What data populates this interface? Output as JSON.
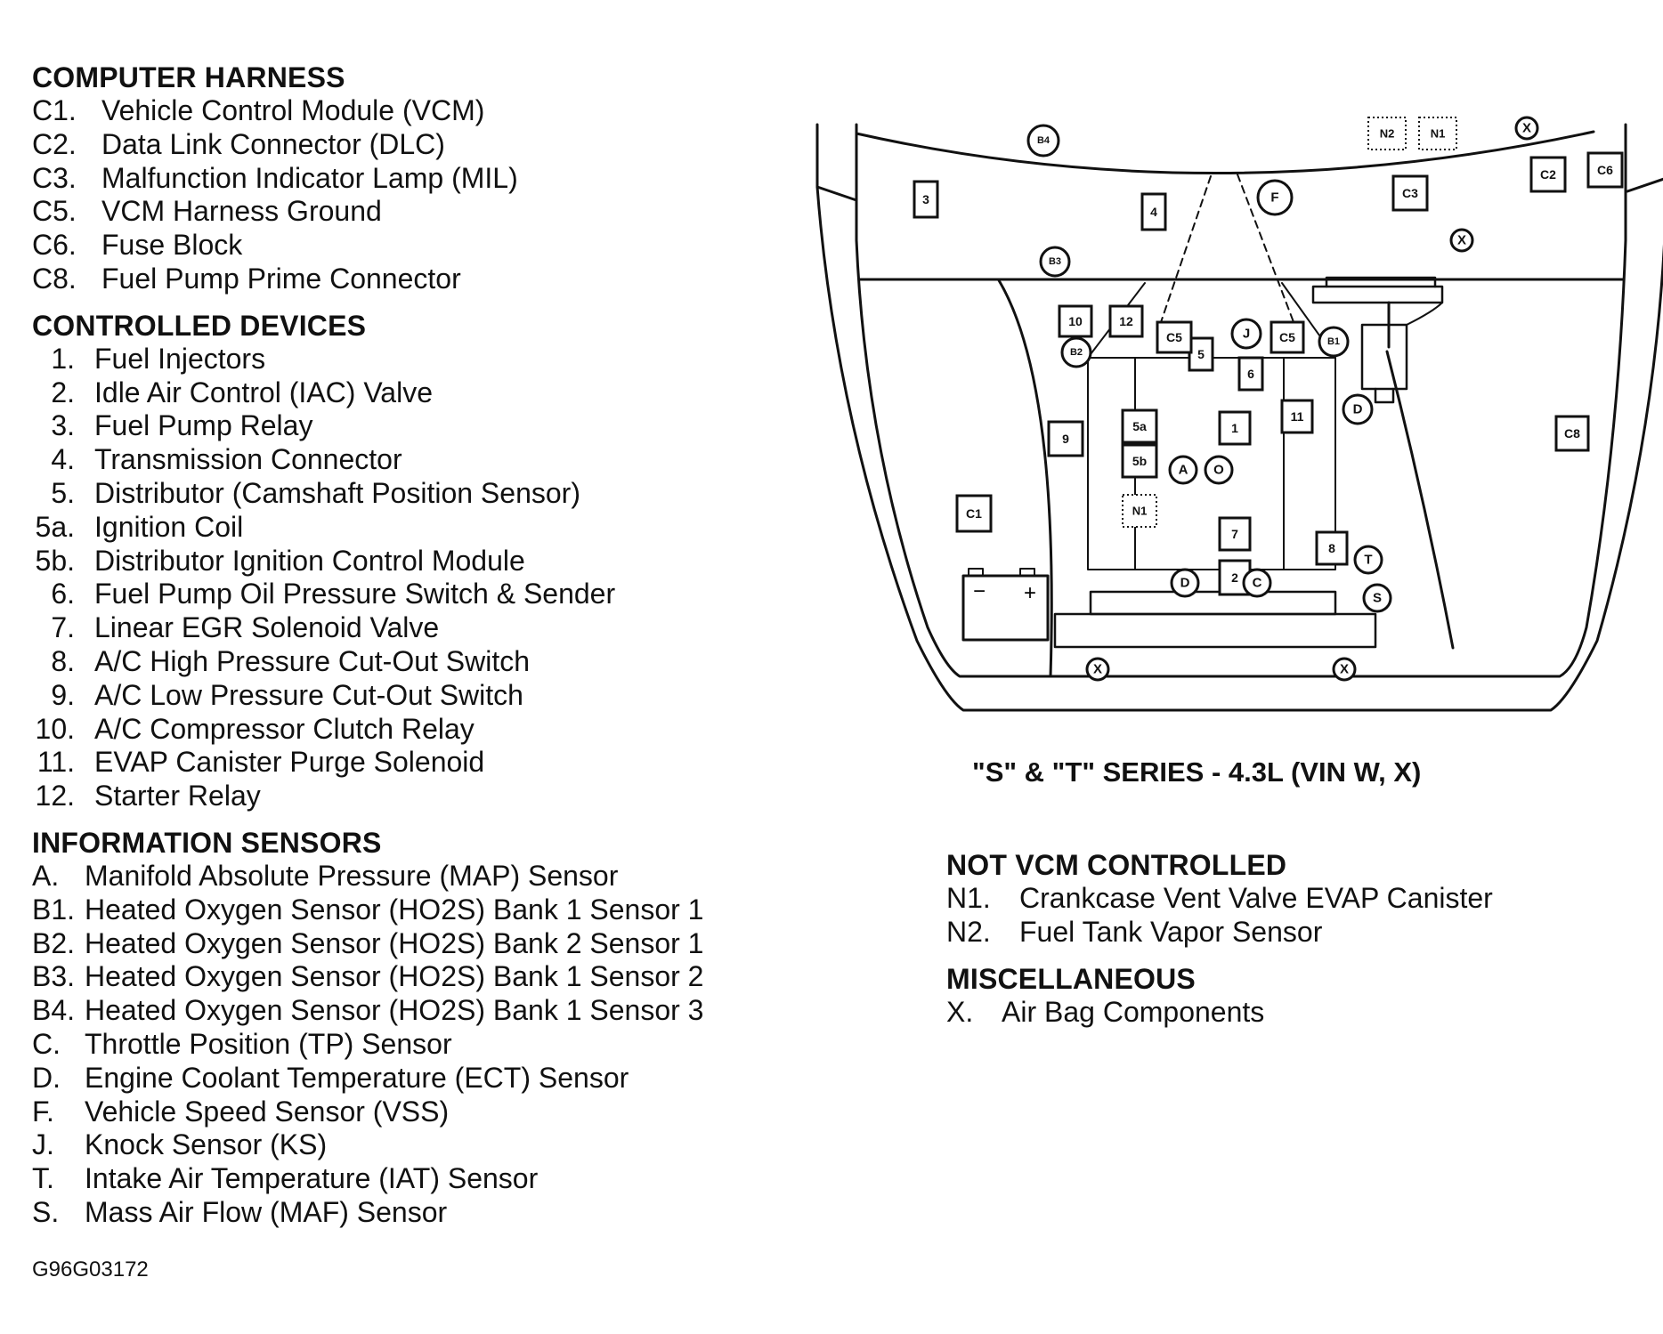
{
  "sections": {
    "computer_harness": {
      "heading": "COMPUTER HARNESS",
      "items": [
        {
          "code": "C1.",
          "desc": "Vehicle Control Module (VCM)"
        },
        {
          "code": "C2.",
          "desc": "Data Link Connector (DLC)"
        },
        {
          "code": "C3.",
          "desc": "Malfunction Indicator Lamp (MIL)"
        },
        {
          "code": "C5.",
          "desc": "VCM Harness Ground"
        },
        {
          "code": "C6.",
          "desc": "Fuse Block"
        },
        {
          "code": "C8.",
          "desc": "Fuel Pump Prime Connector"
        }
      ]
    },
    "controlled_devices": {
      "heading": "CONTROLLED DEVICES",
      "items": [
        {
          "code": "1.",
          "desc": "Fuel Injectors"
        },
        {
          "code": "2.",
          "desc": "Idle Air Control (IAC) Valve"
        },
        {
          "code": "3.",
          "desc": "Fuel Pump Relay"
        },
        {
          "code": "4.",
          "desc": "Transmission Connector"
        },
        {
          "code": "5.",
          "desc": "Distributor (Camshaft Position Sensor)"
        },
        {
          "code": "5a.",
          "desc": "Ignition Coil"
        },
        {
          "code": "5b.",
          "desc": "Distributor Ignition Control Module"
        },
        {
          "code": "6.",
          "desc": "Fuel Pump Oil Pressure Switch & Sender"
        },
        {
          "code": "7.",
          "desc": "Linear EGR Solenoid Valve"
        },
        {
          "code": "8.",
          "desc": "A/C High Pressure Cut-Out Switch"
        },
        {
          "code": "9.",
          "desc": "A/C Low Pressure Cut-Out Switch"
        },
        {
          "code": "10.",
          "desc": "A/C Compressor Clutch Relay"
        },
        {
          "code": "11.",
          "desc": "EVAP Canister Purge Solenoid"
        },
        {
          "code": "12.",
          "desc": "Starter Relay"
        }
      ]
    },
    "information_sensors": {
      "heading": "INFORMATION SENSORS",
      "items": [
        {
          "code": "A.",
          "desc": "Manifold Absolute Pressure (MAP) Sensor"
        },
        {
          "code": "B1.",
          "desc": "Heated Oxygen Sensor (HO2S) Bank 1 Sensor 1"
        },
        {
          "code": "B2.",
          "desc": "Heated Oxygen Sensor (HO2S) Bank 2 Sensor 1"
        },
        {
          "code": "B3.",
          "desc": "Heated Oxygen Sensor (HO2S) Bank 1 Sensor 2"
        },
        {
          "code": "B4.",
          "desc": "Heated Oxygen Sensor (HO2S) Bank 1 Sensor 3"
        },
        {
          "code": "C.",
          "desc": "Throttle Position (TP) Sensor"
        },
        {
          "code": "D.",
          "desc": "Engine Coolant Temperature (ECT) Sensor"
        },
        {
          "code": "F.",
          "desc": "Vehicle Speed Sensor (VSS)"
        },
        {
          "code": "J.",
          "desc": "Knock Sensor (KS)"
        },
        {
          "code": "T.",
          "desc": "Intake Air Temperature (IAT) Sensor"
        },
        {
          "code": "S.",
          "desc": "Mass Air Flow (MAF) Sensor"
        }
      ]
    },
    "not_vcm_controlled": {
      "heading": "NOT VCM CONTROLLED",
      "items": [
        {
          "code": "N1.",
          "desc": "Crankcase Vent Valve EVAP Canister"
        },
        {
          "code": "N2.",
          "desc": "Fuel Tank Vapor Sensor"
        }
      ]
    },
    "miscellaneous": {
      "heading": "MISCELLANEOUS",
      "items": [
        {
          "code": "X.",
          "desc": "Air Bag Components"
        }
      ]
    }
  },
  "diagram": {
    "caption": "\"S\" & \"T\" SERIES - 4.3L (VIN W, X)",
    "square_labels": [
      "3",
      "4",
      "10",
      "12",
      "5",
      "6",
      "C5",
      "C5",
      "9",
      "5a",
      "5b",
      "1",
      "11",
      "7",
      "2",
      "8",
      "C1",
      "C2",
      "C3",
      "C6",
      "C8"
    ],
    "dotted_labels": [
      "N2",
      "N1",
      "N1"
    ],
    "circle_labels": [
      "B4",
      "B3",
      "B2",
      "B1",
      "F",
      "J",
      "D",
      "A",
      "O",
      "T",
      "D",
      "C",
      "S",
      "X",
      "X",
      "X",
      "X"
    ],
    "battery_symbols": [
      "−",
      "+"
    ]
  },
  "figure_code": "G96G03172"
}
